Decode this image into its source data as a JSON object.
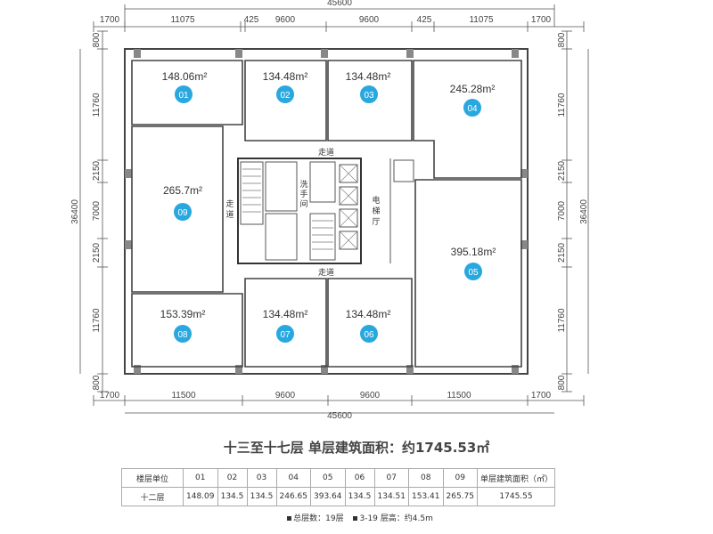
{
  "plan": {
    "dims_top": {
      "total": "45600",
      "segments": [
        "1700",
        "11075",
        "425",
        "9600",
        "9600",
        "425",
        "11075",
        "1700"
      ]
    },
    "dims_bottom": {
      "total": "45600",
      "segments": [
        "1700",
        "11500",
        "9600",
        "9600",
        "11500",
        "1700"
      ]
    },
    "dims_left": {
      "total": "36400",
      "segments": [
        "800",
        "11760",
        "2150",
        "7000",
        "2150",
        "11760",
        "800"
      ]
    },
    "dims_right": {
      "total": "36400",
      "segments": [
        "800",
        "11760",
        "2150",
        "7000",
        "2150",
        "11760",
        "800"
      ]
    },
    "units": [
      {
        "number": "01",
        "area": "148.06m²"
      },
      {
        "number": "02",
        "area": "134.48m²"
      },
      {
        "number": "03",
        "area": "134.48m²"
      },
      {
        "number": "04",
        "area": "245.28m²"
      },
      {
        "number": "05",
        "area": "395.18m²"
      },
      {
        "number": "06",
        "area": "134.48m²"
      },
      {
        "number": "07",
        "area": "134.48m²"
      },
      {
        "number": "08",
        "area": "153.39m²"
      },
      {
        "number": "09",
        "area": "265.7m²"
      }
    ],
    "labels": {
      "corridor_top": "走道",
      "corridor_bottom": "走道",
      "corridor_left": [
        "走",
        "道"
      ],
      "washroom": [
        "洗",
        "手",
        "间"
      ],
      "elevator_hall": [
        "电",
        "梯",
        "厅"
      ]
    },
    "colors": {
      "badge": "#29a8e0",
      "wall": "#444444",
      "column": "#888888"
    }
  },
  "summary": {
    "title": "十三至十七层  单层建筑面积：约1745.53㎡"
  },
  "table": {
    "header": [
      "楼层单位",
      "01",
      "02",
      "03",
      "04",
      "05",
      "06",
      "07",
      "08",
      "09",
      "单层建筑面积（㎡）"
    ],
    "row": [
      "十二层",
      "148.09",
      "134.5",
      "134.5",
      "246.65",
      "393.64",
      "134.5",
      "134.51",
      "153.41",
      "265.75",
      "1745.55"
    ]
  },
  "notes": {
    "total_floors": "总层数：19层",
    "floor_height": "3-19 层高：约4.5m"
  }
}
